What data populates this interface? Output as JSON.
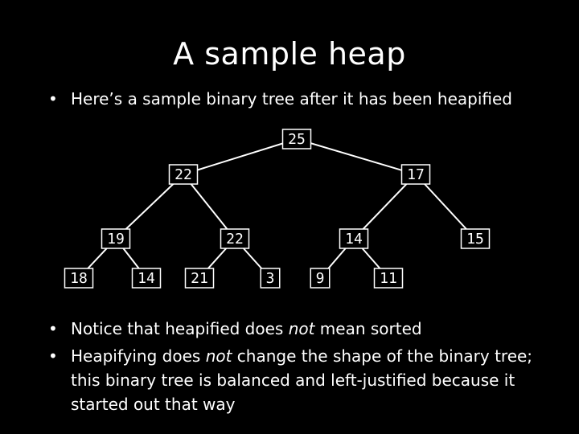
{
  "slide": {
    "title": "A sample heap",
    "bullet_char": "•",
    "intro": "Here’s a sample binary tree after it has been heapified",
    "note1": {
      "before": "Notice that heapified does ",
      "emph": "not",
      "after": " mean sorted"
    },
    "note2": {
      "before": "Heapifying does ",
      "emph": "not",
      "after": " change the shape of the binary tree; this binary tree is balanced and left-justified because it started out that way"
    }
  },
  "tree": {
    "nodes": [
      {
        "id": "n1",
        "label": "25"
      },
      {
        "id": "n2",
        "label": "22"
      },
      {
        "id": "n3",
        "label": "17"
      },
      {
        "id": "n4",
        "label": "19"
      },
      {
        "id": "n5",
        "label": "22"
      },
      {
        "id": "n6",
        "label": "14"
      },
      {
        "id": "n7",
        "label": "15"
      },
      {
        "id": "n8",
        "label": "18"
      },
      {
        "id": "n9",
        "label": "14"
      },
      {
        "id": "n10",
        "label": "21"
      },
      {
        "id": "n11",
        "label": "3"
      },
      {
        "id": "n12",
        "label": "9"
      },
      {
        "id": "n13",
        "label": "11"
      }
    ],
    "edges": [
      [
        "n1",
        "n2"
      ],
      [
        "n1",
        "n3"
      ],
      [
        "n2",
        "n4"
      ],
      [
        "n2",
        "n5"
      ],
      [
        "n3",
        "n6"
      ],
      [
        "n3",
        "n7"
      ],
      [
        "n4",
        "n8"
      ],
      [
        "n4",
        "n9"
      ],
      [
        "n5",
        "n10"
      ],
      [
        "n5",
        "n11"
      ],
      [
        "n6",
        "n12"
      ],
      [
        "n6",
        "n13"
      ]
    ]
  }
}
